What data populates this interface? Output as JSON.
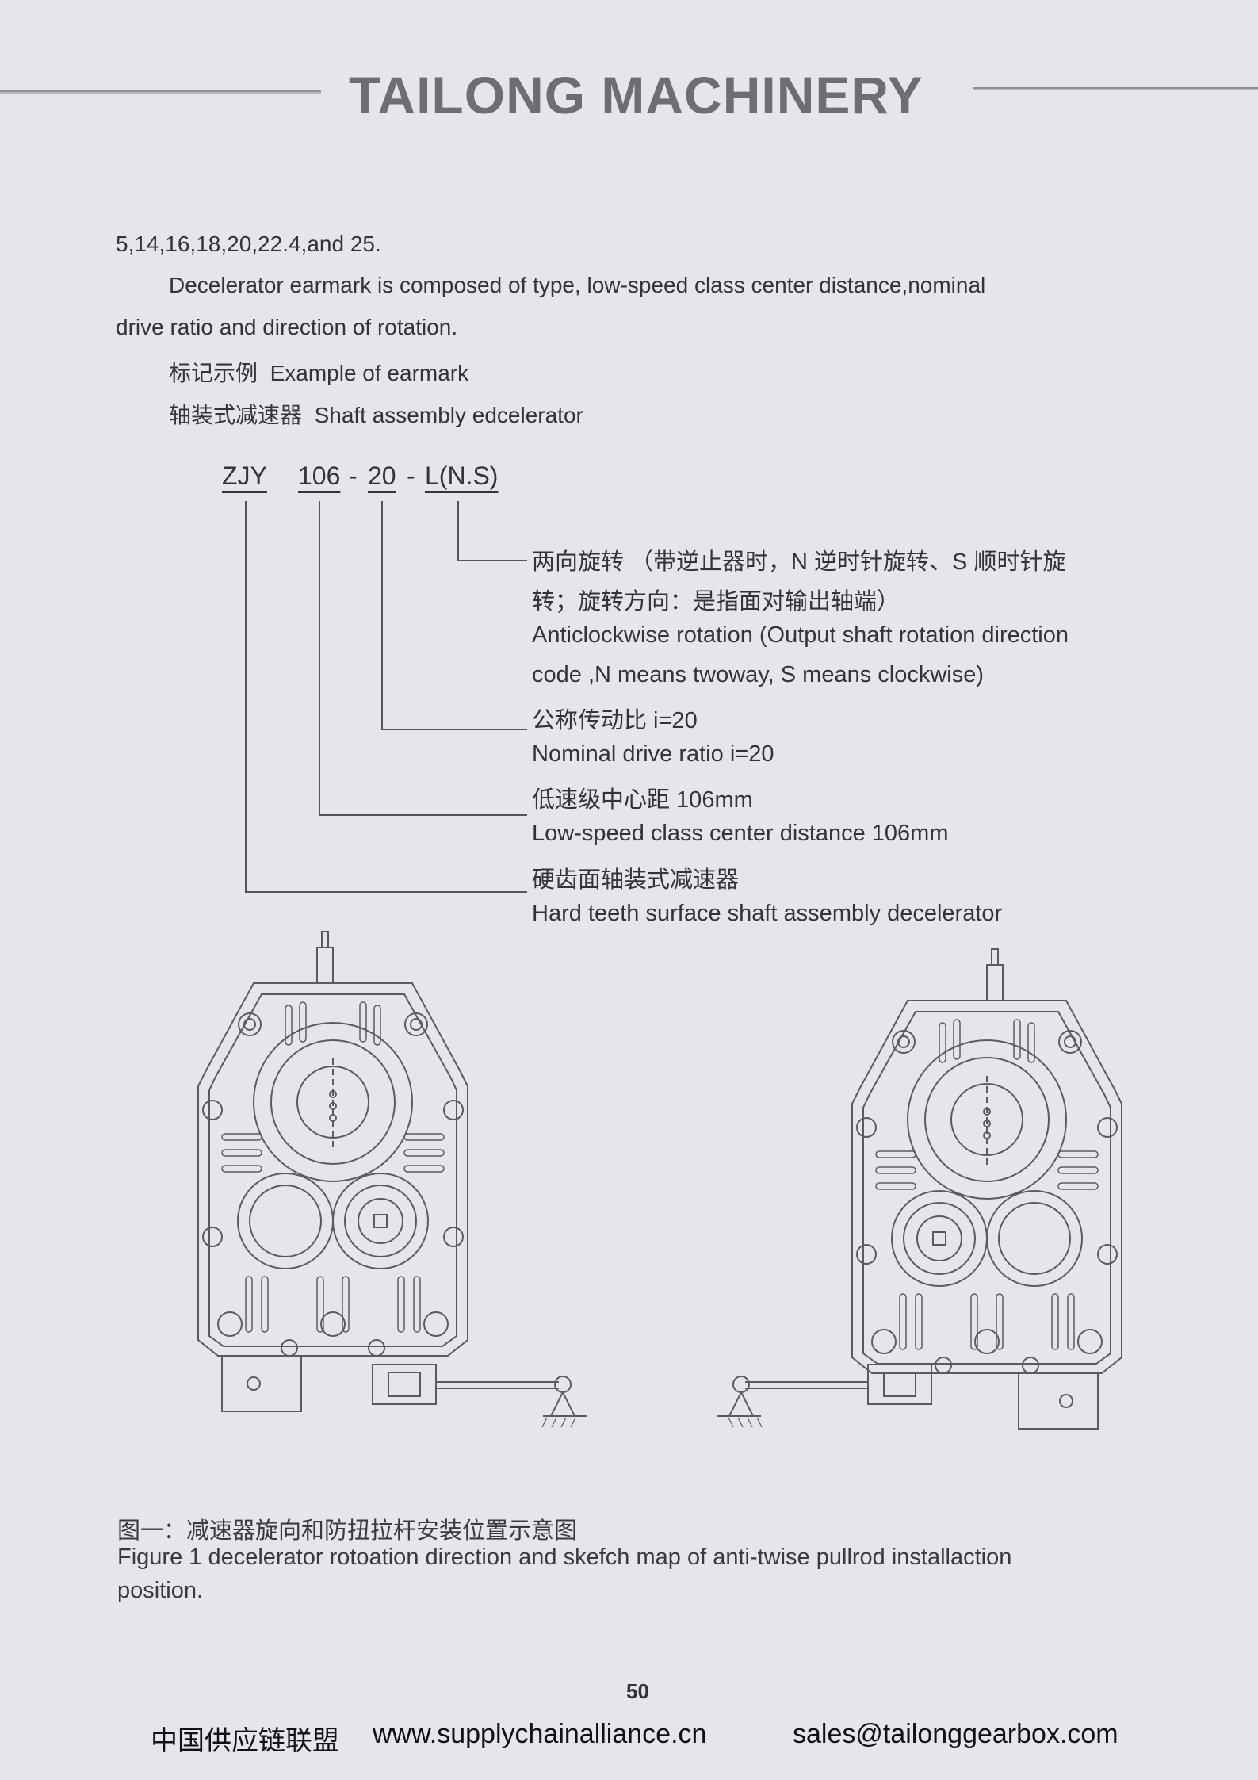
{
  "header": {
    "brand": "TAILONG MACHINERY"
  },
  "body": {
    "line1": "5,14,16,18,20,22.4,and 25.",
    "para_a": "Decelerator earmark is composed of type, low-speed class center distance,nominal",
    "para_b": "drive ratio and direction of rotation.",
    "example_cn": "标记示例",
    "example_en": "Example of earmark",
    "shaft_cn": "轴装式减速器",
    "shaft_en": "Shaft assembly edcelerator"
  },
  "earmark": {
    "type": "ZJY",
    "distance": "106",
    "ratio": "20",
    "direction": "L(N.S)",
    "sep": "-"
  },
  "annotations": [
    "两向旋转  （带逆止器时，N 逆时针旋转、S 顺时针旋",
    "转；旋转方向：是指面对输出轴端）",
    "Anticlockwise rotation (Output shaft rotation direction",
    "code ,N means twoway, S means clockwise)",
    "公称传动比 i=20",
    "Nominal drive ratio i=20",
    "低速级中心距 106mm",
    "Low-speed class center distance 106mm",
    "硬齿面轴装式减速器",
    "Hard teeth surface shaft assembly decelerator"
  ],
  "caption": {
    "cn": "图一：减速器旋向和防扭拉杆安装位置示意图",
    "en1": "Figure 1 decelerator rotoation direction and skefch map of anti-twise pullrod installaction",
    "en2": "position."
  },
  "footer": {
    "org": "中国供应链联盟",
    "site": "www.supplychainalliance.cn",
    "page": "50",
    "email": "sales@tailonggearbox.com"
  }
}
